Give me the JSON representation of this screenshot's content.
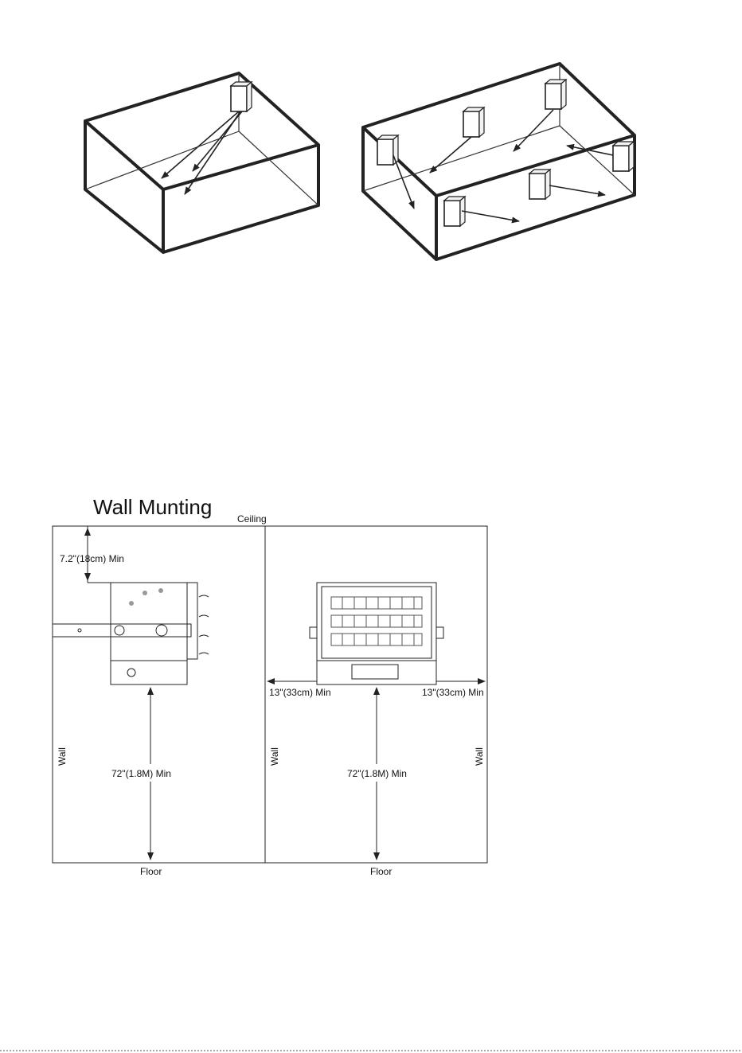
{
  "wall_mounting": {
    "title": "Wall Munting",
    "ceiling": "Ceiling",
    "floor_left": "Floor",
    "floor_right": "Floor",
    "wall_left": "Wall",
    "wall_center": "Wall",
    "wall_right": "Wall",
    "top_clearance": "7.2\"(18cm) Min",
    "floor_clearance_left": "72\"(1.8M) Min",
    "floor_clearance_right": "72\"(1.8M) Min",
    "side_clearance_left": "13\"(33cm) Min",
    "side_clearance_right": "13\"(33cm) Min"
  }
}
